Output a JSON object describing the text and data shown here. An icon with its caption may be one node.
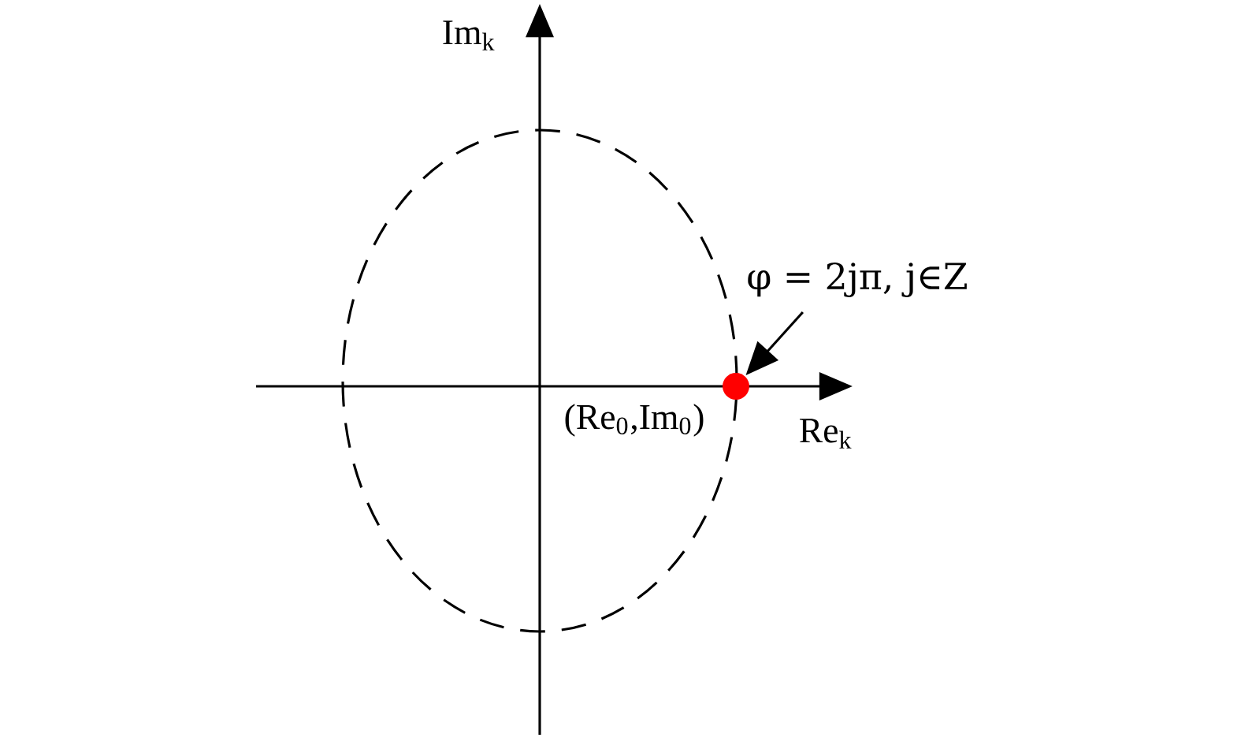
{
  "diagram": {
    "nodes": [
      {
        "text": [
          "φ = 2jπ, j∈Z"
        ]
      },
      {
        "text": [],
        "shape": "circle"
      }
    ],
    "edges": [
      {
        "from": 0,
        "to": 1,
        "arrow": "to"
      }
    ],
    "labels": [
      "Im$_{k}$",
      "(Re$_{0}$,Im$_{0}$)",
      "Re$_{k}$"
    ]
  }
}
